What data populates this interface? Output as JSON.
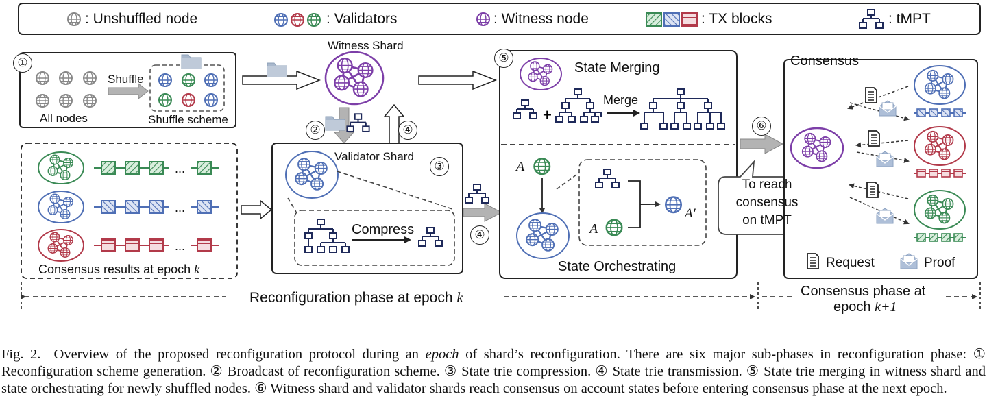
{
  "legend": {
    "unshuffled": ": Unshuffled node",
    "validators": ": Validators",
    "witness": ": Witness node",
    "tx_blocks": ": TX blocks",
    "tmpt": ": tMPT"
  },
  "step_numbers": [
    "①",
    "②",
    "③",
    "④",
    "⑤",
    "⑥"
  ],
  "stage1": {
    "all_nodes": "All nodes",
    "shuffle": "Shuffle",
    "shuffle_scheme": "Shuffle scheme"
  },
  "witness_shard": "Witness Shard",
  "validator_shard": "Validator Shard",
  "compress": "Compress",
  "consensus_results": "Consensus results at epoch",
  "epoch_k": "k",
  "ellipsis": "...",
  "state_merging": "State Merging",
  "merge": "Merge",
  "state_orchestrating": "State Orchestrating",
  "node_A": "A",
  "node_A_prime": "A'",
  "callout": [
    "To reach",
    "consensus",
    "on tMPT"
  ],
  "consensus": "Consensus",
  "request": "Request",
  "proof": "Proof",
  "reconfig_phase": "Reconfiguration phase at epoch",
  "consensus_phase_line1": "Consensus phase at",
  "consensus_phase_line2": "epoch",
  "epoch_k1": "k+1",
  "colors": {
    "witness": "#7d3fa8",
    "blue": "#4f6fb5",
    "red": "#b23a4a",
    "green": "#3a8a55",
    "tree": "#1f2a5a",
    "gray": "#888888"
  },
  "caption": {
    "fig": "Fig. 2.",
    "text_a": "Overview of the proposed reconfiguration protocol during an",
    "epoch_word": "epoch",
    "text_b": "of shard’s reconfiguration. There are six major sub-phases in reconfiguration phase: ① Reconfiguration scheme generation. ② Broadcast of reconfiguration scheme. ③ State trie compression. ④ State trie transmission. ⑤ State trie merging in witness shard and state orchestrating for newly shuffled nodes. ⑥ Witness shard and validator shards reach consensus on account states before entering consensus phase at the next epoch."
  }
}
